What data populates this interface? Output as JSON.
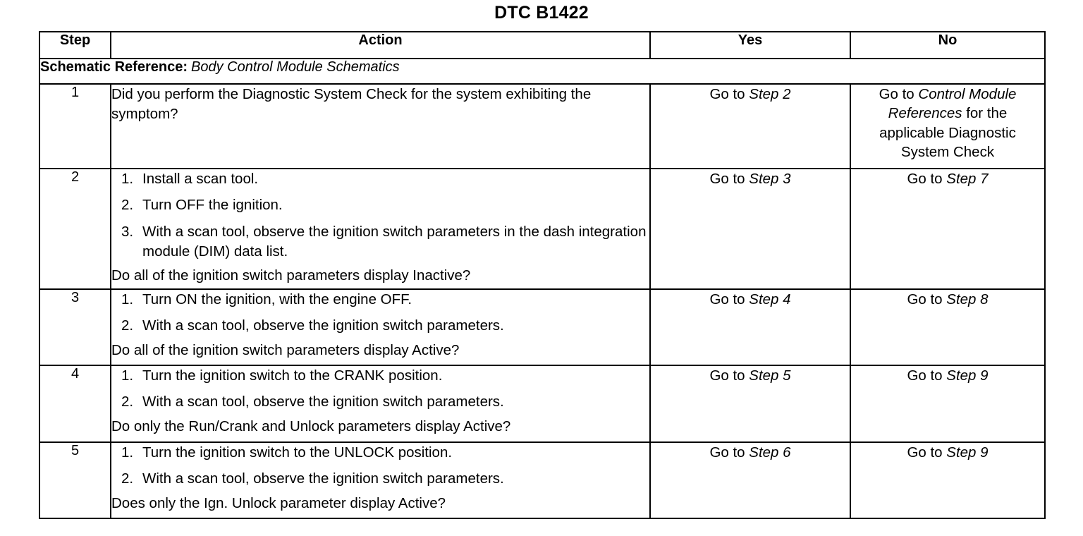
{
  "document": {
    "title": "DTC B1422"
  },
  "table": {
    "headers": {
      "step": "Step",
      "action": "Action",
      "yes": "Yes",
      "no": "No"
    },
    "schematic_reference": {
      "label": "Schematic Reference:",
      "value": "Body Control Module Schematics"
    },
    "rows": [
      {
        "step": "1",
        "action_intro": "Did you perform the Diagnostic System Check for the system exhibiting the symptom?",
        "action_items": [],
        "action_question": "",
        "yes": {
          "prefix": "Go to ",
          "italic": "Step 2",
          "suffix": ""
        },
        "no": {
          "line1_prefix": "Go to ",
          "line1_italic": "Control Module",
          "line2_italic": "References",
          "line2_suffix": " for the",
          "line3": "applicable Diagnostic",
          "line4": "System Check"
        }
      },
      {
        "step": "2",
        "action_intro": "",
        "action_items": [
          {
            "marker": "1.",
            "text": "Install a scan tool."
          },
          {
            "marker": "2.",
            "text": "Turn OFF the ignition."
          },
          {
            "marker": "3.",
            "text": "With a scan tool, observe the ignition switch parameters in the dash integration module (DIM) data list."
          }
        ],
        "action_question": "Do all of the ignition switch parameters display Inactive?",
        "yes": {
          "prefix": "Go to ",
          "italic": "Step 3",
          "suffix": ""
        },
        "no": {
          "prefix": "Go to ",
          "italic": "Step 7",
          "suffix": ""
        }
      },
      {
        "step": "3",
        "action_intro": "",
        "action_items": [
          {
            "marker": "1.",
            "text": "Turn ON the ignition, with the engine OFF."
          },
          {
            "marker": "2.",
            "text": "With a scan tool, observe the ignition switch parameters."
          }
        ],
        "action_question": "Do all of the ignition switch parameters display Active?",
        "yes": {
          "prefix": "Go to ",
          "italic": "Step 4",
          "suffix": ""
        },
        "no": {
          "prefix": "Go to ",
          "italic": "Step 8",
          "suffix": ""
        }
      },
      {
        "step": "4",
        "action_intro": "",
        "action_items": [
          {
            "marker": "1.",
            "text": "Turn the ignition switch to the CRANK position."
          },
          {
            "marker": "2.",
            "text": "With a scan tool, observe the ignition switch parameters."
          }
        ],
        "action_question": "Do only the Run/Crank and Unlock parameters display Active?",
        "yes": {
          "prefix": "Go to ",
          "italic": "Step 5",
          "suffix": ""
        },
        "no": {
          "prefix": "Go to ",
          "italic": "Step 9",
          "suffix": ""
        }
      },
      {
        "step": "5",
        "action_intro": "",
        "action_items": [
          {
            "marker": "1.",
            "text": "Turn the ignition switch to the UNLOCK position."
          },
          {
            "marker": "2.",
            "text": "With a scan tool, observe the ignition switch parameters."
          }
        ],
        "action_question": "Does only the Ign. Unlock parameter display Active?",
        "yes": {
          "prefix": "Go to ",
          "italic": "Step 6",
          "suffix": ""
        },
        "no": {
          "prefix": "Go to ",
          "italic": "Step 9",
          "suffix": ""
        }
      }
    ]
  },
  "colors": {
    "background": "#ffffff",
    "foreground": "#000000",
    "border": "#000000"
  }
}
